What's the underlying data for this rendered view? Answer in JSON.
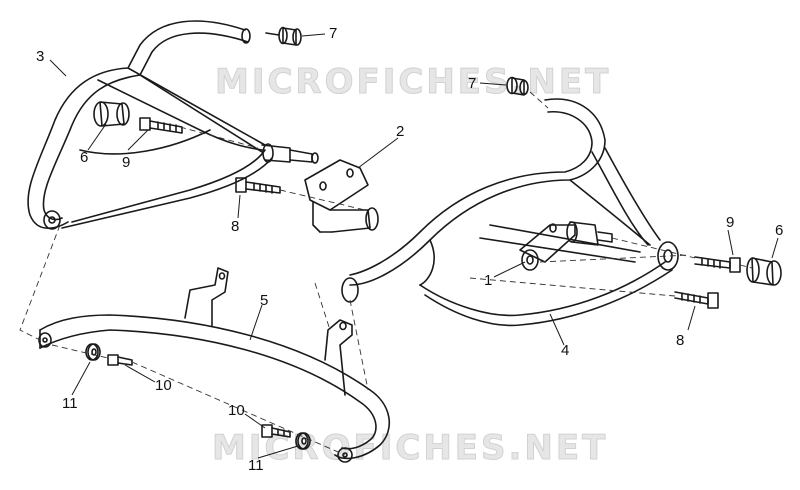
{
  "watermark": "MICROFICHES.NET",
  "callouts": [
    {
      "id": "c7a",
      "text": "7"
    },
    {
      "id": "c3",
      "text": "3"
    },
    {
      "id": "c7b",
      "text": "7"
    },
    {
      "id": "c6a",
      "text": "6"
    },
    {
      "id": "c9a",
      "text": "9"
    },
    {
      "id": "c2",
      "text": "2"
    },
    {
      "id": "c8a",
      "text": "8"
    },
    {
      "id": "c9b",
      "text": "9"
    },
    {
      "id": "c6b",
      "text": "6"
    },
    {
      "id": "c1",
      "text": "1"
    },
    {
      "id": "c5",
      "text": "5"
    },
    {
      "id": "c4",
      "text": "4"
    },
    {
      "id": "c8b",
      "text": "8"
    },
    {
      "id": "c11a",
      "text": "11"
    },
    {
      "id": "c10a",
      "text": "10"
    },
    {
      "id": "c10b",
      "text": "10"
    },
    {
      "id": "c11b",
      "text": "11"
    }
  ],
  "colors": {
    "line": "#1a1a1a",
    "watermark": "#d9d9d9",
    "background": "#ffffff"
  }
}
